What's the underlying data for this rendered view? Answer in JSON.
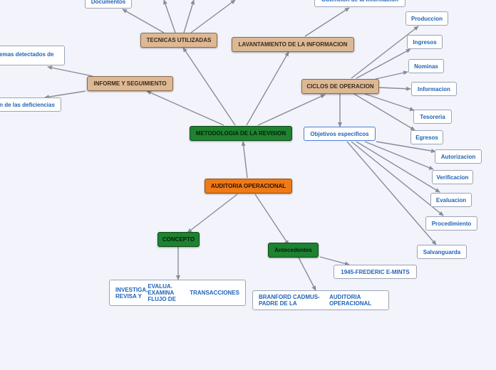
{
  "nodes": {
    "auditoria": "AUDITORIA OPERACIONAL",
    "metodologia": "METODOLOGIA DE LA REVISION",
    "concepto": "CONCEPTO",
    "antecedentes": "Antecedentes",
    "tecnicas": "TECNICAS UTILIZADAS",
    "levantamiento": "LAVANTAMIENTO DE LA INFORMACION",
    "informe": "INFORME Y SEGUIMIENTO",
    "ciclos": "CICLOS DE OPERACION",
    "objetivos": "Objetivos especificos",
    "documentos": "Documentos",
    "obtencion": "Obtención de la información",
    "problemas": "emas detectados de",
    "deficiencias": "n de las deficiencias",
    "produccion": "Produccion",
    "ingresos": "Ingresos",
    "nominas": "Nominas",
    "informacion": "Informacion",
    "tesoreria": "Tesoreria",
    "egresos": "Egresos",
    "autorizacion": "Autorizacion",
    "verificacion": "Verificacion",
    "evaluacion": "Evaluacion",
    "procedimiento": "Procedimiento",
    "salvaguarda": "Salvanguarda",
    "frederic": "1945-FREDERIC E-MINTS",
    "branford_l1": "BRANFORD CADMUS-PADRE DE LA",
    "branford_l2": "AUDITORIA OPERACIONAL",
    "investiga_l1": "INVESTIGA, REVISA Y",
    "investiga_l2": "EVALUA. EXAMINA FLUJO DE",
    "investiga_l3": "TRANSACCIONES"
  },
  "colors": {
    "edge": "#8a8d96",
    "central": "#ee7a18",
    "green": "#1e8230",
    "tan": "#dcb895",
    "leaf_text": "#1f63b8"
  }
}
